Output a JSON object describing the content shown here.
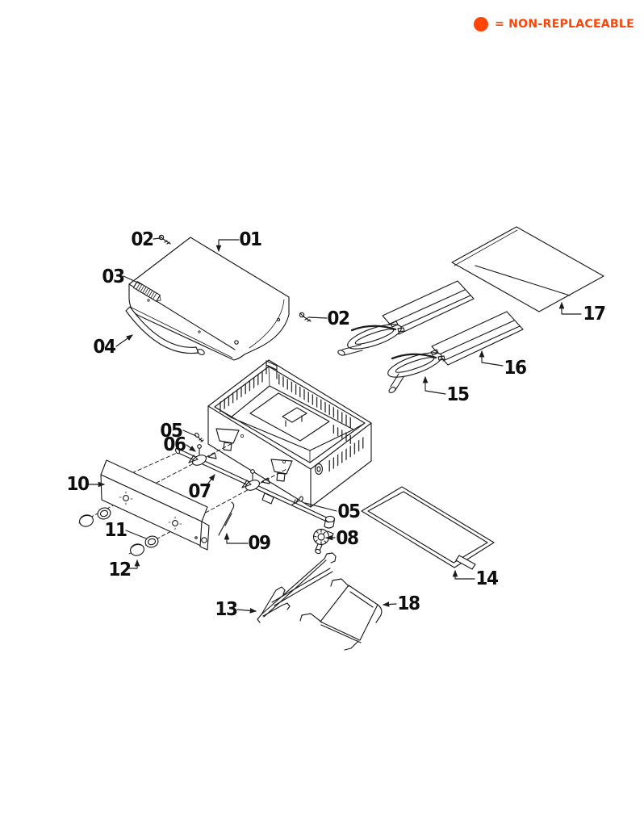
{
  "legend": {
    "text": "= NON-REPLACEABLE",
    "color": "#ff4405"
  },
  "callouts": {
    "p01": "01",
    "p02": "02",
    "p03": "03",
    "p04": "04",
    "p05": "05",
    "p06": "06",
    "p07": "07",
    "p08": "08",
    "p09": "09",
    "p10": "10",
    "p11": "11",
    "p12": "12",
    "p13": "13",
    "p14": "14",
    "p15": "15",
    "p16": "16",
    "p17": "17",
    "p18": "18"
  }
}
